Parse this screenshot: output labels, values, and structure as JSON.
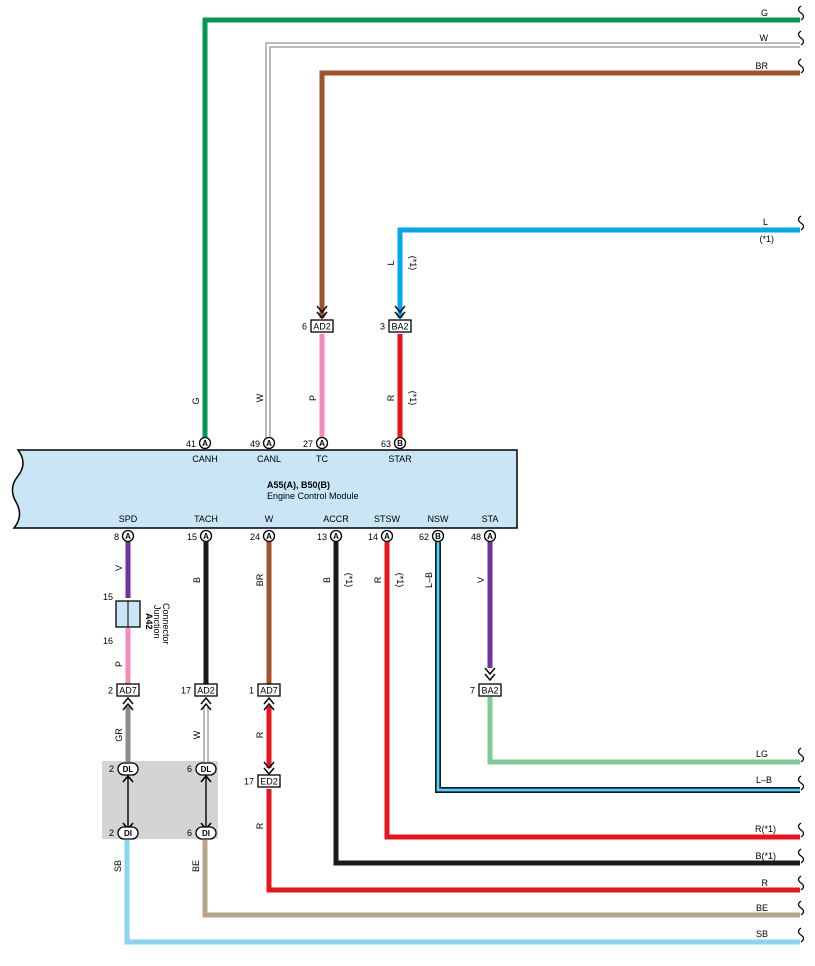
{
  "ecm": {
    "title": "A55(A), B50(B)",
    "subtitle": "Engine Control Module",
    "fill": "#c8e6f5",
    "top_terminals": [
      {
        "pin": "41",
        "conn": "A",
        "name": "CANH"
      },
      {
        "pin": "49",
        "conn": "A",
        "name": "CANL"
      },
      {
        "pin": "27",
        "conn": "A",
        "name": "TC"
      },
      {
        "pin": "63",
        "conn": "B",
        "name": "STAR"
      }
    ],
    "bottom_terminals": [
      {
        "pin": "8",
        "conn": "A",
        "name": "SPD"
      },
      {
        "pin": "15",
        "conn": "A",
        "name": "TACH"
      },
      {
        "pin": "24",
        "conn": "A",
        "name": "W"
      },
      {
        "pin": "13",
        "conn": "A",
        "name": "ACCR"
      },
      {
        "pin": "14",
        "conn": "A",
        "name": "STSW"
      },
      {
        "pin": "62",
        "conn": "B",
        "name": "NSW"
      },
      {
        "pin": "48",
        "conn": "A",
        "name": "STA"
      }
    ]
  },
  "wire_colors": {
    "G": "#009a4e",
    "W": "#ffffff",
    "BR": "#a0522d",
    "L": "#00a8e8",
    "P": "#f08cbe",
    "R": "#e8141e",
    "V": "#7030a0",
    "B": "#1a1a1a",
    "GR": "#8c8c8c",
    "LG": "#7ccc94",
    "SB": "#88d4f4",
    "BE": "#b8a48c"
  },
  "right_labels": [
    "G",
    "W",
    "BR",
    "L",
    "(*1)",
    "LG",
    "L–B",
    "R(*1)",
    "B(*1)",
    "R",
    "BE",
    "SB"
  ],
  "wire_labels": {
    "canh": "G",
    "canl": "W",
    "tc": "P",
    "star": "R",
    "star_note": "(*1)",
    "l_upper": "L",
    "l_upper_note": "(*1)",
    "spd_top": "V",
    "spd_bottom": "P",
    "tach": "B",
    "w": "BR",
    "accr": "B",
    "accr_note": "(*1)",
    "stsw": "R",
    "stsw_note": "(*1)",
    "nsw": "L–B",
    "sta": "V",
    "gr": "GR",
    "w_low": "W",
    "r_mid": "R",
    "r_low": "R",
    "sb": "SB",
    "be": "BE"
  },
  "inline_connectors": {
    "ad2_top": {
      "pin": "6",
      "name": "AD2"
    },
    "ba2_top": {
      "pin": "3",
      "name": "BA2"
    },
    "ad7_left": {
      "pin": "2",
      "name": "AD7"
    },
    "ad2_bottom": {
      "pin": "17",
      "name": "AD2"
    },
    "ad7_mid": {
      "pin": "1",
      "name": "AD7"
    },
    "ba2_bottom": {
      "pin": "7",
      "name": "BA2"
    },
    "ed2": {
      "pin": "17",
      "name": "ED2"
    }
  },
  "junction": {
    "id": "A42",
    "line1": "Junction",
    "line2": "Connector",
    "pin_top": "15",
    "pin_bottom": "16"
  },
  "shaded_block": {
    "dl_left": {
      "pin": "2",
      "name": "DL"
    },
    "dl_right": {
      "pin": "6",
      "name": "DL"
    },
    "di_left": {
      "pin": "2",
      "name": "DI"
    },
    "di_right": {
      "pin": "6",
      "name": "DI"
    },
    "fill": "#d4d4d4"
  }
}
